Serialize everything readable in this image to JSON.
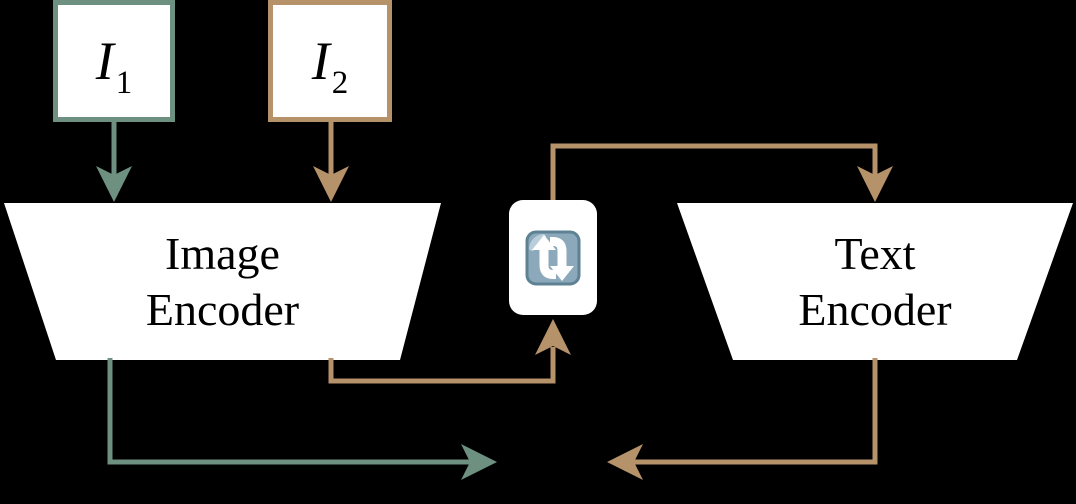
{
  "colors": {
    "background": "#000000",
    "green": "#6e9080",
    "tan": "#b6926b",
    "node_fill": "#ffffff",
    "text": "#000000",
    "emoji_blue": "#8ba9bb",
    "emoji_shadow": "#5e8193",
    "emoji_highlight": "#b9ceda",
    "emoji_arrow": "#ffffff"
  },
  "nodes": {
    "input1": {
      "base": "I",
      "sub": "1"
    },
    "input2": {
      "base": "I",
      "sub": "2"
    },
    "image_encoder": {
      "line1": "Image",
      "line2": "Encoder"
    },
    "text_encoder": {
      "line1": "Text",
      "line2": "Encoder"
    },
    "cycle_icon": {
      "name": "clockwise-vertical-arrows",
      "glyph": "🔃"
    }
  },
  "connectors": [
    {
      "id": "i1-to-image-encoder",
      "color": "green",
      "direction": "down"
    },
    {
      "id": "i2-to-image-encoder",
      "color": "tan",
      "direction": "down"
    },
    {
      "id": "image-encoder-to-cycle",
      "color": "tan",
      "direction": "up"
    },
    {
      "id": "cycle-to-text-encoder",
      "color": "tan",
      "direction": "down"
    },
    {
      "id": "image-encoder-output",
      "color": "green",
      "direction": "right"
    },
    {
      "id": "text-encoder-output",
      "color": "tan",
      "direction": "left"
    }
  ]
}
